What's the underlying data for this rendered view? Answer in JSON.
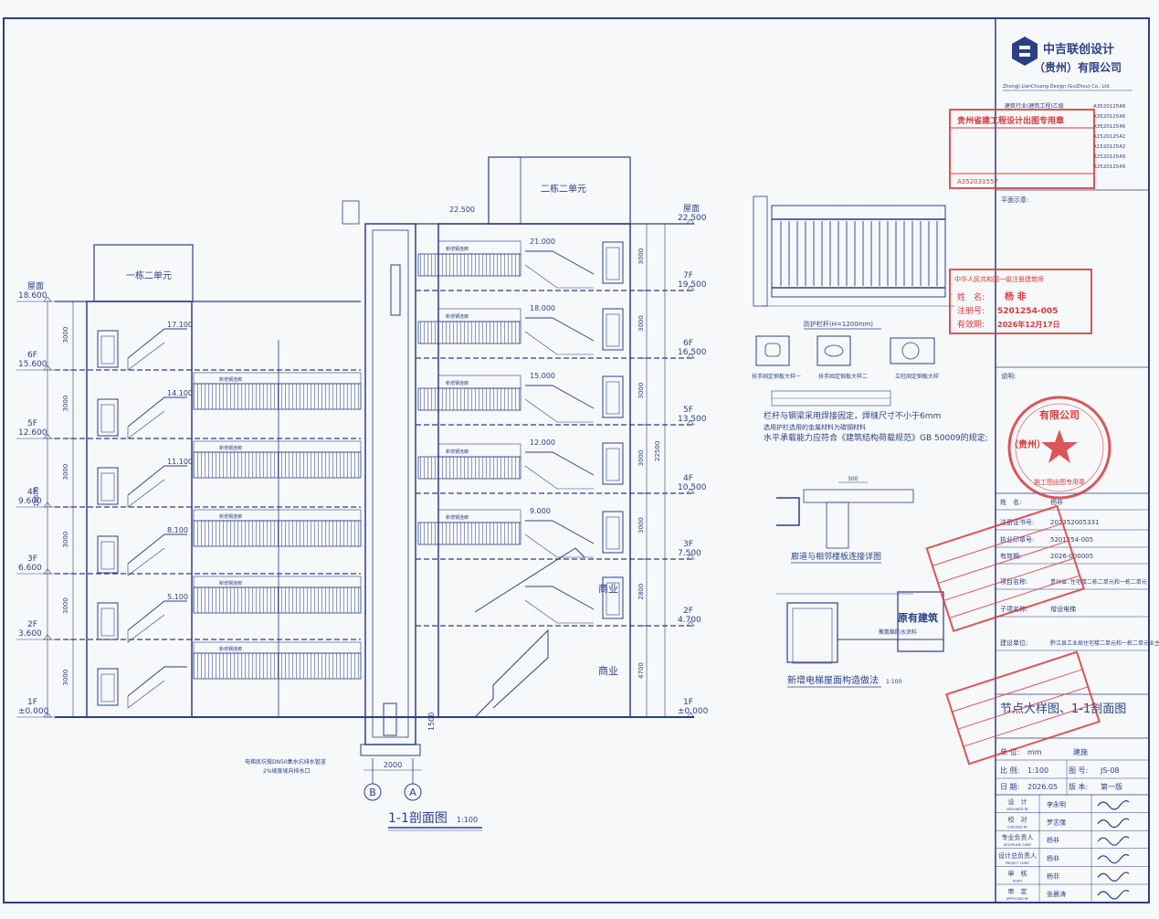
{
  "sheet": {
    "main_title": "1-1剖面图",
    "main_scale": "1:100",
    "buildings": [
      "一栋二单元",
      "二栋二单元"
    ],
    "left_levels": [
      {
        "name": "屋面",
        "elev": "18.600"
      },
      {
        "name": "6F",
        "elev": "15.600"
      },
      {
        "name": "5F",
        "elev": "12.600"
      },
      {
        "name": "4F",
        "elev": "9.600"
      },
      {
        "name": "3F",
        "elev": "6.600"
      },
      {
        "name": "2F",
        "elev": "3.600"
      },
      {
        "name": "1F",
        "elev": "±0.000"
      }
    ],
    "left_landings": [
      "17.100",
      "14.100",
      "11.100",
      "8.100",
      "5.100"
    ],
    "right_levels": [
      {
        "name": "屋面",
        "elev": "22.500"
      },
      {
        "name": "7F",
        "elev": "19.500"
      },
      {
        "name": "6F",
        "elev": "16.500"
      },
      {
        "name": "5F",
        "elev": "13.500"
      },
      {
        "name": "4F",
        "elev": "10.500"
      },
      {
        "name": "3F",
        "elev": "7.500"
      },
      {
        "name": "2F",
        "elev": "4.700"
      },
      {
        "name": "1F",
        "elev": "±0.000"
      }
    ],
    "right_landings": [
      "21.000",
      "18.000",
      "15.000",
      "12.000",
      "9.000"
    ],
    "right_top_elev": "22.500",
    "left_dims": [
      "3000",
      "3000",
      "3000",
      "3000",
      "3000",
      "3000",
      "600"
    ],
    "left_total": "18600",
    "right_dims": [
      "3000",
      "3000",
      "3000",
      "3000",
      "3000",
      "2800",
      "4700"
    ],
    "right_total": "22500",
    "pit_dims": [
      "1500",
      "2000"
    ],
    "axes": [
      "B",
      "A"
    ],
    "shop_label": "商业",
    "corridor_label": "新增钢连廊",
    "pit_note": "电梯底坑做DN50集水坑排水管道",
    "pit_note2": "2%坡度坡向排水口",
    "details": {
      "railing_title": "防护栏杆(H=1200mm)",
      "plate_labels": [
        "扶手固定钢板大样一",
        "扶手固定钢板大样二",
        "立柱固定钢板大样"
      ],
      "note_lines": [
        "栏杆与钢梁采用焊接固定，焊缝尺寸不小于6mm",
        "选用护栏选用的金属材料为碳钢材料",
        "水平承载能力应符合《建筑结构荷载规范》GB 50009的规定;"
      ],
      "joint_title": "廊道与相邻楼板连接详图",
      "joint_dim": "300",
      "roof_title": "新增电梯屋面构造做法",
      "roof_scale": "1:100",
      "roof_label": "原有建筑",
      "roof_note": "聚氨酯防水涂料"
    }
  },
  "title_block": {
    "company_cn1": "中吉联创设计",
    "company_cn2": "（贵州）有限公司",
    "company_en": "ZhongJi LianChuang Design (GuiZhou) Co., Ltd.",
    "qual_line": "建筑行业(建筑工程)乙级",
    "qual_codes": [
      "A352012546",
      "A352012546",
      "A352012546",
      "A152012542",
      "A152012542",
      "B252012549",
      "B252012549"
    ],
    "plan_label": "平面示意:",
    "notes_label": "说明:",
    "name_label": "姓　名:",
    "name_value": "杨非",
    "reg_cert_label": "注册证书号:",
    "reg_cert": "202352005331",
    "seal_no_label": "执业印章号:",
    "seal_no": "5201254-005",
    "validity_label": "有效期:",
    "validity": "2026-000005",
    "project_label": "项目名称:",
    "project": "贵州省..住宅楼二栋二单元和一栋二单元",
    "sub_label": "子项名称:",
    "sub": "增设电梯",
    "client_label": "建设单位:",
    "client": "黔江县工业局住宅楼二单元和一栋二单元业主",
    "drawing_title": "节点大样图、1-1剖面图",
    "unit_label": "单 位:",
    "unit": "mm",
    "discipline": "建施",
    "scale_label": "比 例:",
    "scale": "1:100",
    "sheet_no_label": "图 号:",
    "sheet_no": "JS-08",
    "date_label": "日 期:",
    "date": "2026.05",
    "version_label": "版 本:",
    "version": "第一版",
    "roles": [
      {
        "cn": "设　计",
        "en": "DESIGNED BY",
        "person": "李永明"
      },
      {
        "cn": "校　对",
        "en": "CHECKED BY",
        "person": "罗志强"
      },
      {
        "cn": "专业负责人",
        "en": "DISCIPLINE CHIEF",
        "person": "杨非"
      },
      {
        "cn": "设计总负责人",
        "en": "PROJECT CHIEF",
        "person": "杨非"
      },
      {
        "cn": "审　核",
        "en": "AUDIT",
        "person": "杨非"
      },
      {
        "cn": "审　定",
        "en": "APPROVED BY",
        "person": "张晨涛"
      }
    ]
  },
  "stamps": {
    "engineer_stamp_title": "中华人民共和国一级注册建筑师",
    "engineer_name_label": "姓　名:",
    "engineer_name": "杨 非",
    "engineer_reg_label": "注册号:",
    "engineer_reg": "5201254-005",
    "engineer_valid_label": "有效期:",
    "engineer_valid": "2026年12月17日",
    "company_seal_text": "有限公司",
    "company_seal_region": "（贵州）",
    "company_seal_bottom": "施工图出图专用章",
    "qual_stamp_title": "贵州省建工程设计出图专用章",
    "qual_stamp_no": "A352031557"
  },
  "colors": {
    "ink": "#2b3f86",
    "stamp": "#d63a3a",
    "paper": "#f7f8fa"
  }
}
